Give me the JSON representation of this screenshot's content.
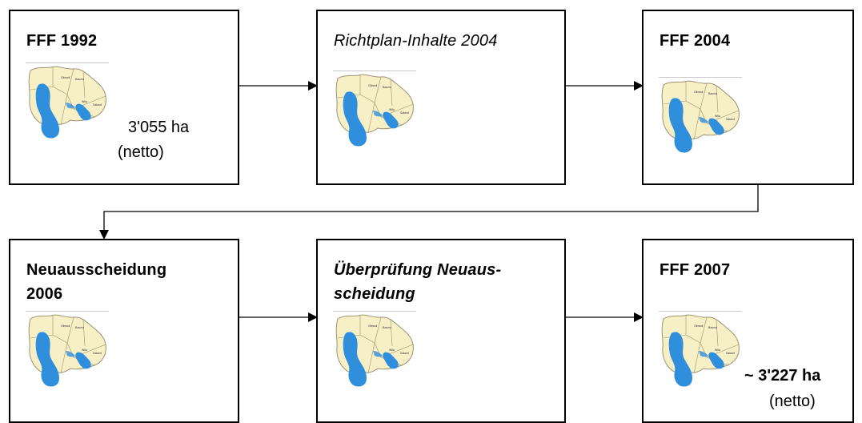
{
  "boxes": {
    "b1": {
      "title": "FFF 1992",
      "area": "3'055 ha",
      "unit": "(netto)"
    },
    "b2": {
      "title": "Richtplan-Inhalte 2004"
    },
    "b3": {
      "title": "FFF 2004"
    },
    "b4": {
      "title_line1": "Neuausscheidung",
      "title_line2": "2006"
    },
    "b5": {
      "title_line1": "Überprüfung Neuaus-",
      "title_line2": "scheidung"
    },
    "b6": {
      "title": "FFF 2007",
      "area": "~ 3'227 ha",
      "unit": "(netto)"
    }
  },
  "colors": {
    "region_fill": "#f7efc6",
    "region_stroke": "#9c9270",
    "fff_blue": "#2f8fdc",
    "line": "#000000"
  }
}
